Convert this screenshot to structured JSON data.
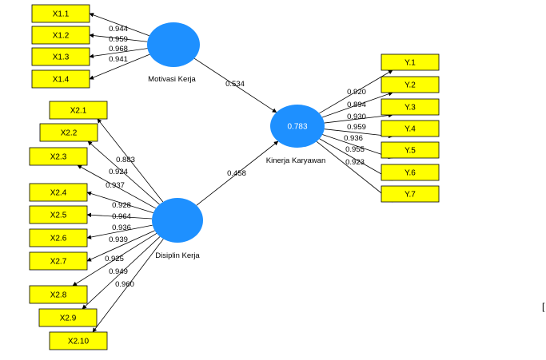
{
  "colors": {
    "construct_fill": "#1e90ff",
    "indicator_fill": "#ffff00",
    "line": "#000000"
  },
  "constructs": [
    {
      "id": "motivasi",
      "label": "Motivasi Kerja",
      "value": ""
    },
    {
      "id": "disiplin",
      "label": "Disiplin Kerja",
      "value": ""
    },
    {
      "id": "kinerja",
      "label": "Kinerja Karyawan",
      "value": "0.783"
    }
  ],
  "indicators": [
    {
      "id": "X1.1",
      "label": "X1.1",
      "construct": "motivasi"
    },
    {
      "id": "X1.2",
      "label": "X1.2",
      "construct": "motivasi"
    },
    {
      "id": "X1.3",
      "label": "X1.3",
      "construct": "motivasi"
    },
    {
      "id": "X1.4",
      "label": "X1.4",
      "construct": "motivasi"
    },
    {
      "id": "X2.1",
      "label": "X2.1",
      "construct": "disiplin"
    },
    {
      "id": "X2.2",
      "label": "X2.2",
      "construct": "disiplin"
    },
    {
      "id": "X2.3",
      "label": "X2.3",
      "construct": "disiplin"
    },
    {
      "id": "X2.4",
      "label": "X2.4",
      "construct": "disiplin"
    },
    {
      "id": "X2.5",
      "label": "X2.5",
      "construct": "disiplin"
    },
    {
      "id": "X2.6",
      "label": "X2.6",
      "construct": "disiplin"
    },
    {
      "id": "X2.7",
      "label": "X2.7",
      "construct": "disiplin"
    },
    {
      "id": "X2.8",
      "label": "X2.8",
      "construct": "disiplin"
    },
    {
      "id": "X2.9",
      "label": "X2.9",
      "construct": "disiplin"
    },
    {
      "id": "X2.10",
      "label": "X2.10",
      "construct": "disiplin"
    },
    {
      "id": "Y.1",
      "label": "Y.1",
      "construct": "kinerja"
    },
    {
      "id": "Y.2",
      "label": "Y.2",
      "construct": "kinerja"
    },
    {
      "id": "Y.3",
      "label": "Y.3",
      "construct": "kinerja"
    },
    {
      "id": "Y.4",
      "label": "Y.4",
      "construct": "kinerja"
    },
    {
      "id": "Y.5",
      "label": "Y.5",
      "construct": "kinerja"
    },
    {
      "id": "Y.6",
      "label": "Y.6",
      "construct": "kinerja"
    },
    {
      "id": "Y.7",
      "label": "Y.7",
      "construct": "kinerja"
    }
  ],
  "loadings": [
    {
      "construct": "motivasi",
      "indicator": "X1.1",
      "value": "0.944"
    },
    {
      "construct": "motivasi",
      "indicator": "X1.2",
      "value": "0.959"
    },
    {
      "construct": "motivasi",
      "indicator": "X1.3",
      "value": "0.968"
    },
    {
      "construct": "motivasi",
      "indicator": "X1.4",
      "value": "0.941"
    },
    {
      "construct": "disiplin",
      "indicator": "X2.1",
      "value": "0.883"
    },
    {
      "construct": "disiplin",
      "indicator": "X2.2",
      "value": "0.924"
    },
    {
      "construct": "disiplin",
      "indicator": "X2.3",
      "value": "0.937"
    },
    {
      "construct": "disiplin",
      "indicator": "X2.4",
      "value": "0.928"
    },
    {
      "construct": "disiplin",
      "indicator": "X2.5",
      "value": "0.964"
    },
    {
      "construct": "disiplin",
      "indicator": "X2.6",
      "value": "0.936"
    },
    {
      "construct": "disiplin",
      "indicator": "X2.7",
      "value": "0.939"
    },
    {
      "construct": "disiplin",
      "indicator": "X2.8",
      "value": "0.925"
    },
    {
      "construct": "disiplin",
      "indicator": "X2.9",
      "value": "0.949"
    },
    {
      "construct": "disiplin",
      "indicator": "X2.10",
      "value": "0.960"
    },
    {
      "construct": "kinerja",
      "indicator": "Y.1",
      "value": "0.920"
    },
    {
      "construct": "kinerja",
      "indicator": "Y.2",
      "value": "0.894"
    },
    {
      "construct": "kinerja",
      "indicator": "Y.3",
      "value": "0.930"
    },
    {
      "construct": "kinerja",
      "indicator": "Y.4",
      "value": "0.959"
    },
    {
      "construct": "kinerja",
      "indicator": "Y.5",
      "value": "0.936"
    },
    {
      "construct": "kinerja",
      "indicator": "Y.6",
      "value": "0.955"
    },
    {
      "construct": "kinerja",
      "indicator": "Y.7",
      "value": "0.923"
    }
  ],
  "paths": [
    {
      "from": "motivasi",
      "to": "kinerja",
      "value": "0.534"
    },
    {
      "from": "disiplin",
      "to": "kinerja",
      "value": "0.458"
    }
  ],
  "edge_mark": "["
}
